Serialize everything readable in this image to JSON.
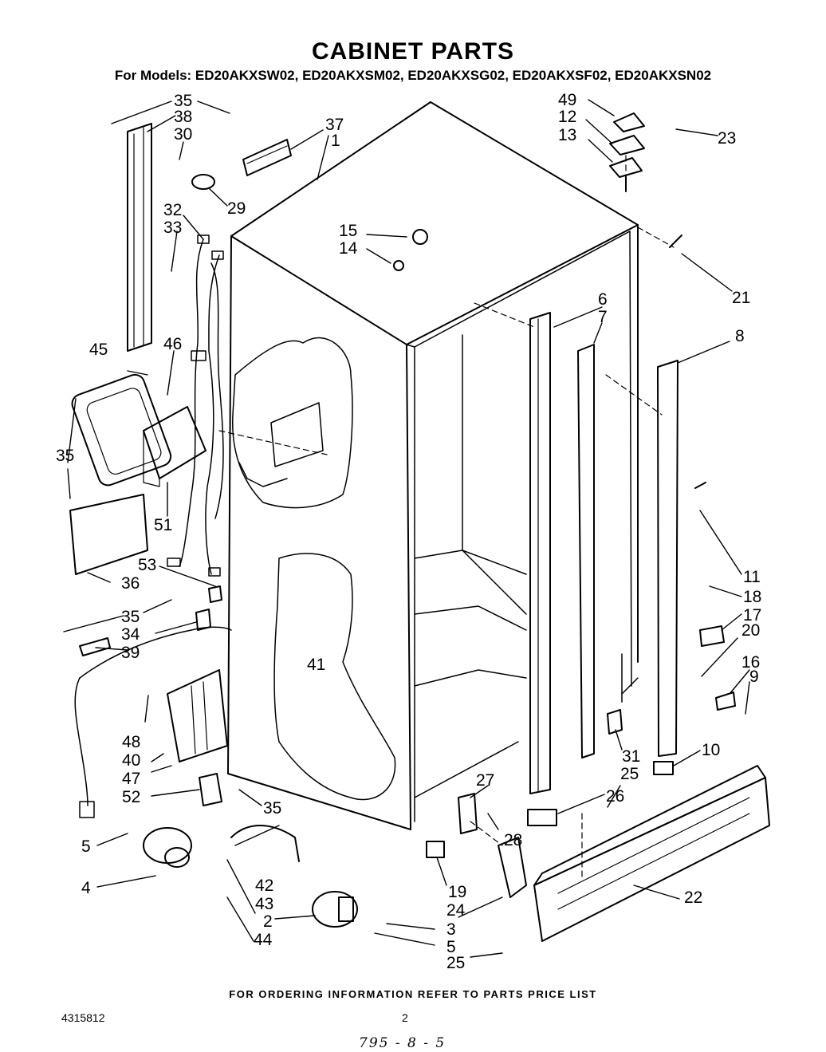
{
  "header": {
    "title": "CABINET PARTS",
    "models_line": "For Models: ED20AKXSW02, ED20AKXSM02, ED20AKXSG02, ED20AKXSF02, ED20AKXSN02"
  },
  "callouts": {
    "c1": "1",
    "c2": "2",
    "c3": "3",
    "c4": "4",
    "c5a": "5",
    "c5b": "5",
    "c6": "6",
    "c7": "7",
    "c8": "8",
    "c9": "9",
    "c10": "10",
    "c11": "11",
    "c12": "12",
    "c13": "13",
    "c14": "14",
    "c15": "15",
    "c16": "16",
    "c17": "17",
    "c18": "18",
    "c19": "19",
    "c20": "20",
    "c21": "21",
    "c22": "22",
    "c23": "23",
    "c24": "24",
    "c25a": "25",
    "c25b": "25",
    "c26": "26",
    "c27": "27",
    "c28": "28",
    "c29": "29",
    "c30": "30",
    "c31": "31",
    "c32": "32",
    "c33": "33",
    "c34": "34",
    "c35a": "35",
    "c35b": "35",
    "c35c": "35",
    "c35d": "35",
    "c36": "36",
    "c37": "37",
    "c38": "38",
    "c39": "39",
    "c40": "40",
    "c41": "41",
    "c42": "42",
    "c43": "43",
    "c44": "44",
    "c45": "45",
    "c46": "46",
    "c47": "47",
    "c48": "48",
    "c49": "49",
    "c51": "51",
    "c52": "52",
    "c53": "53"
  },
  "footer": {
    "ordering_note": "FOR ORDERING INFORMATION REFER TO PARTS PRICE LIST",
    "doc_number": "4315812",
    "page_number": "2",
    "handwritten": "795 - 8 - 5"
  }
}
